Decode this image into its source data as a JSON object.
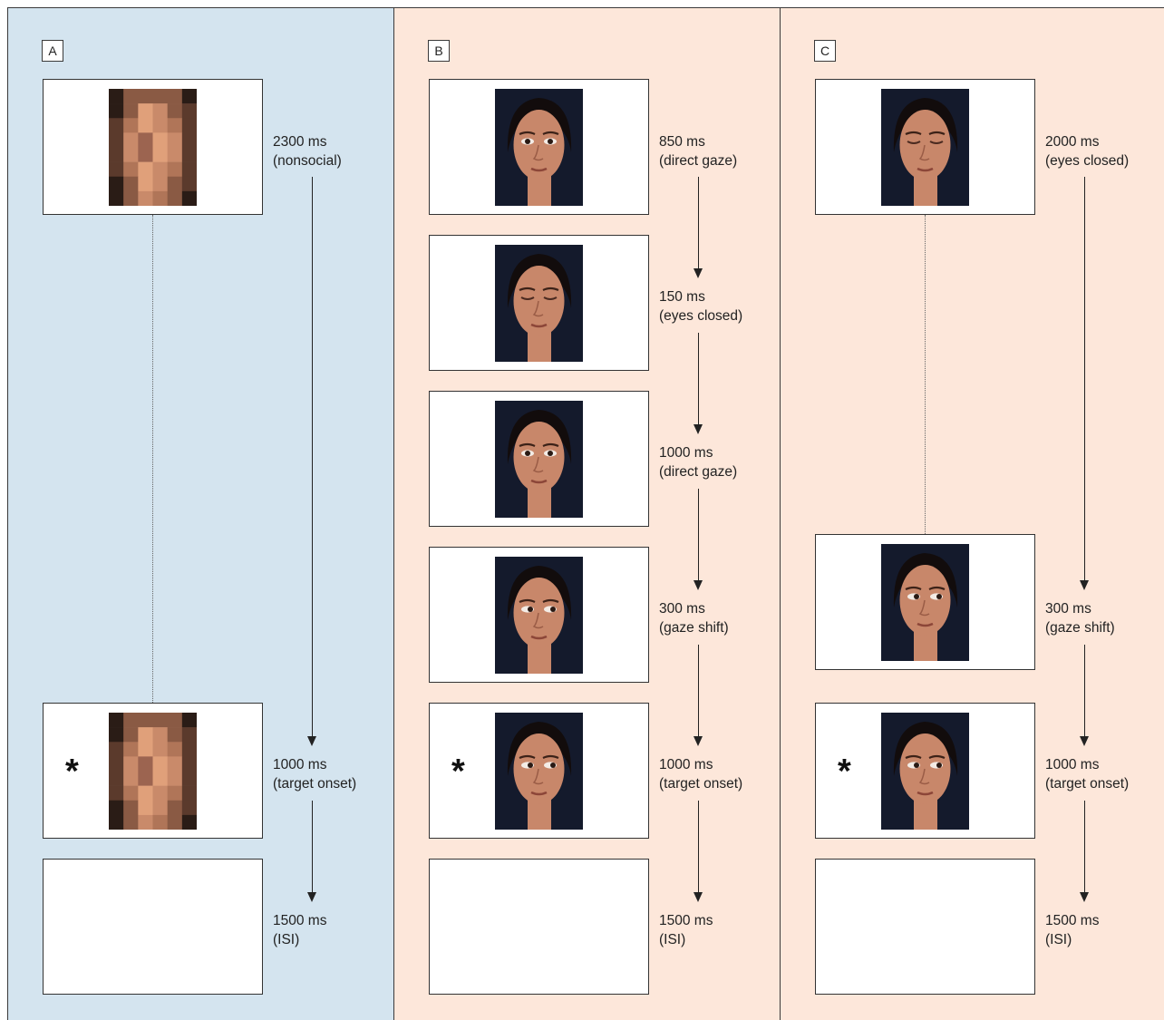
{
  "panels": [
    {
      "label": "A",
      "timings": [
        {
          "duration": "2300 ms",
          "description": "(nonsocial)"
        },
        {
          "duration": "1000 ms",
          "description": "(target onset)"
        },
        {
          "duration": "1500 ms",
          "description": "(ISI)"
        }
      ],
      "target_symbol": "*"
    },
    {
      "label": "B",
      "timings": [
        {
          "duration": "850 ms",
          "description": "(direct gaze)"
        },
        {
          "duration": "150 ms",
          "description": "(eyes closed)"
        },
        {
          "duration": "1000 ms",
          "description": "(direct gaze)"
        },
        {
          "duration": "300 ms",
          "description": "(gaze shift)"
        },
        {
          "duration": "1000 ms",
          "description": "(target onset)"
        },
        {
          "duration": "1500 ms",
          "description": "(ISI)"
        }
      ],
      "target_symbol": "*"
    },
    {
      "label": "C",
      "timings": [
        {
          "duration": "2000 ms",
          "description": "(eyes closed)"
        },
        {
          "duration": "300 ms",
          "description": "(gaze shift)"
        },
        {
          "duration": "1000 ms",
          "description": "(target onset)"
        },
        {
          "duration": "1500 ms",
          "description": "(ISI)"
        }
      ],
      "target_symbol": "*"
    }
  ],
  "colors": {
    "panel_nonsocial_bg": "#d4e4ef",
    "panel_social_bg": "#fde7da",
    "face_background": "#141a2c",
    "skin": "#c8876a"
  }
}
